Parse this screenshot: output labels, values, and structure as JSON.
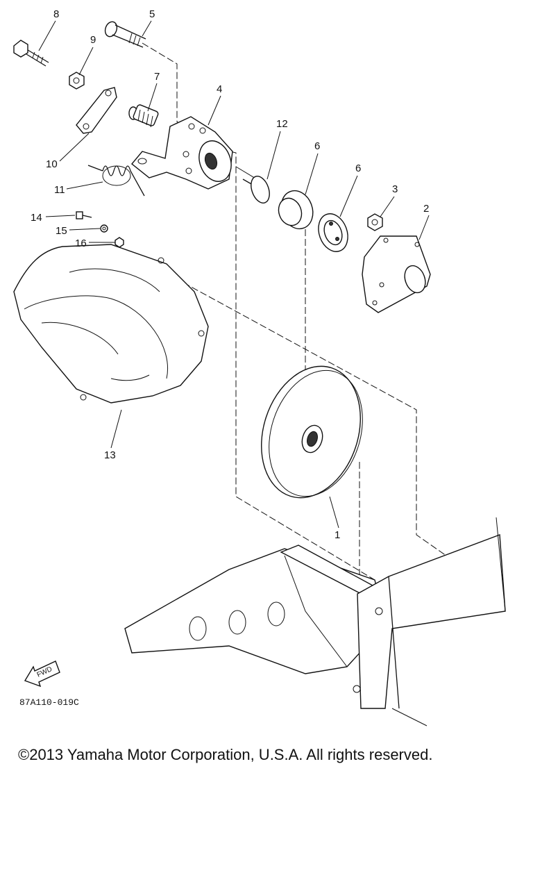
{
  "diagram": {
    "part_labels": [
      "1",
      "2",
      "3",
      "4",
      "5",
      "6",
      "6",
      "7",
      "8",
      "9",
      "10",
      "11",
      "12",
      "13",
      "14",
      "15",
      "16"
    ],
    "fwd_label": "FWD",
    "diagram_code": "87A110-019C"
  },
  "footer": {
    "copyright": "©2013 Yamaha Motor Corporation, U.S.A. All rights reserved."
  }
}
